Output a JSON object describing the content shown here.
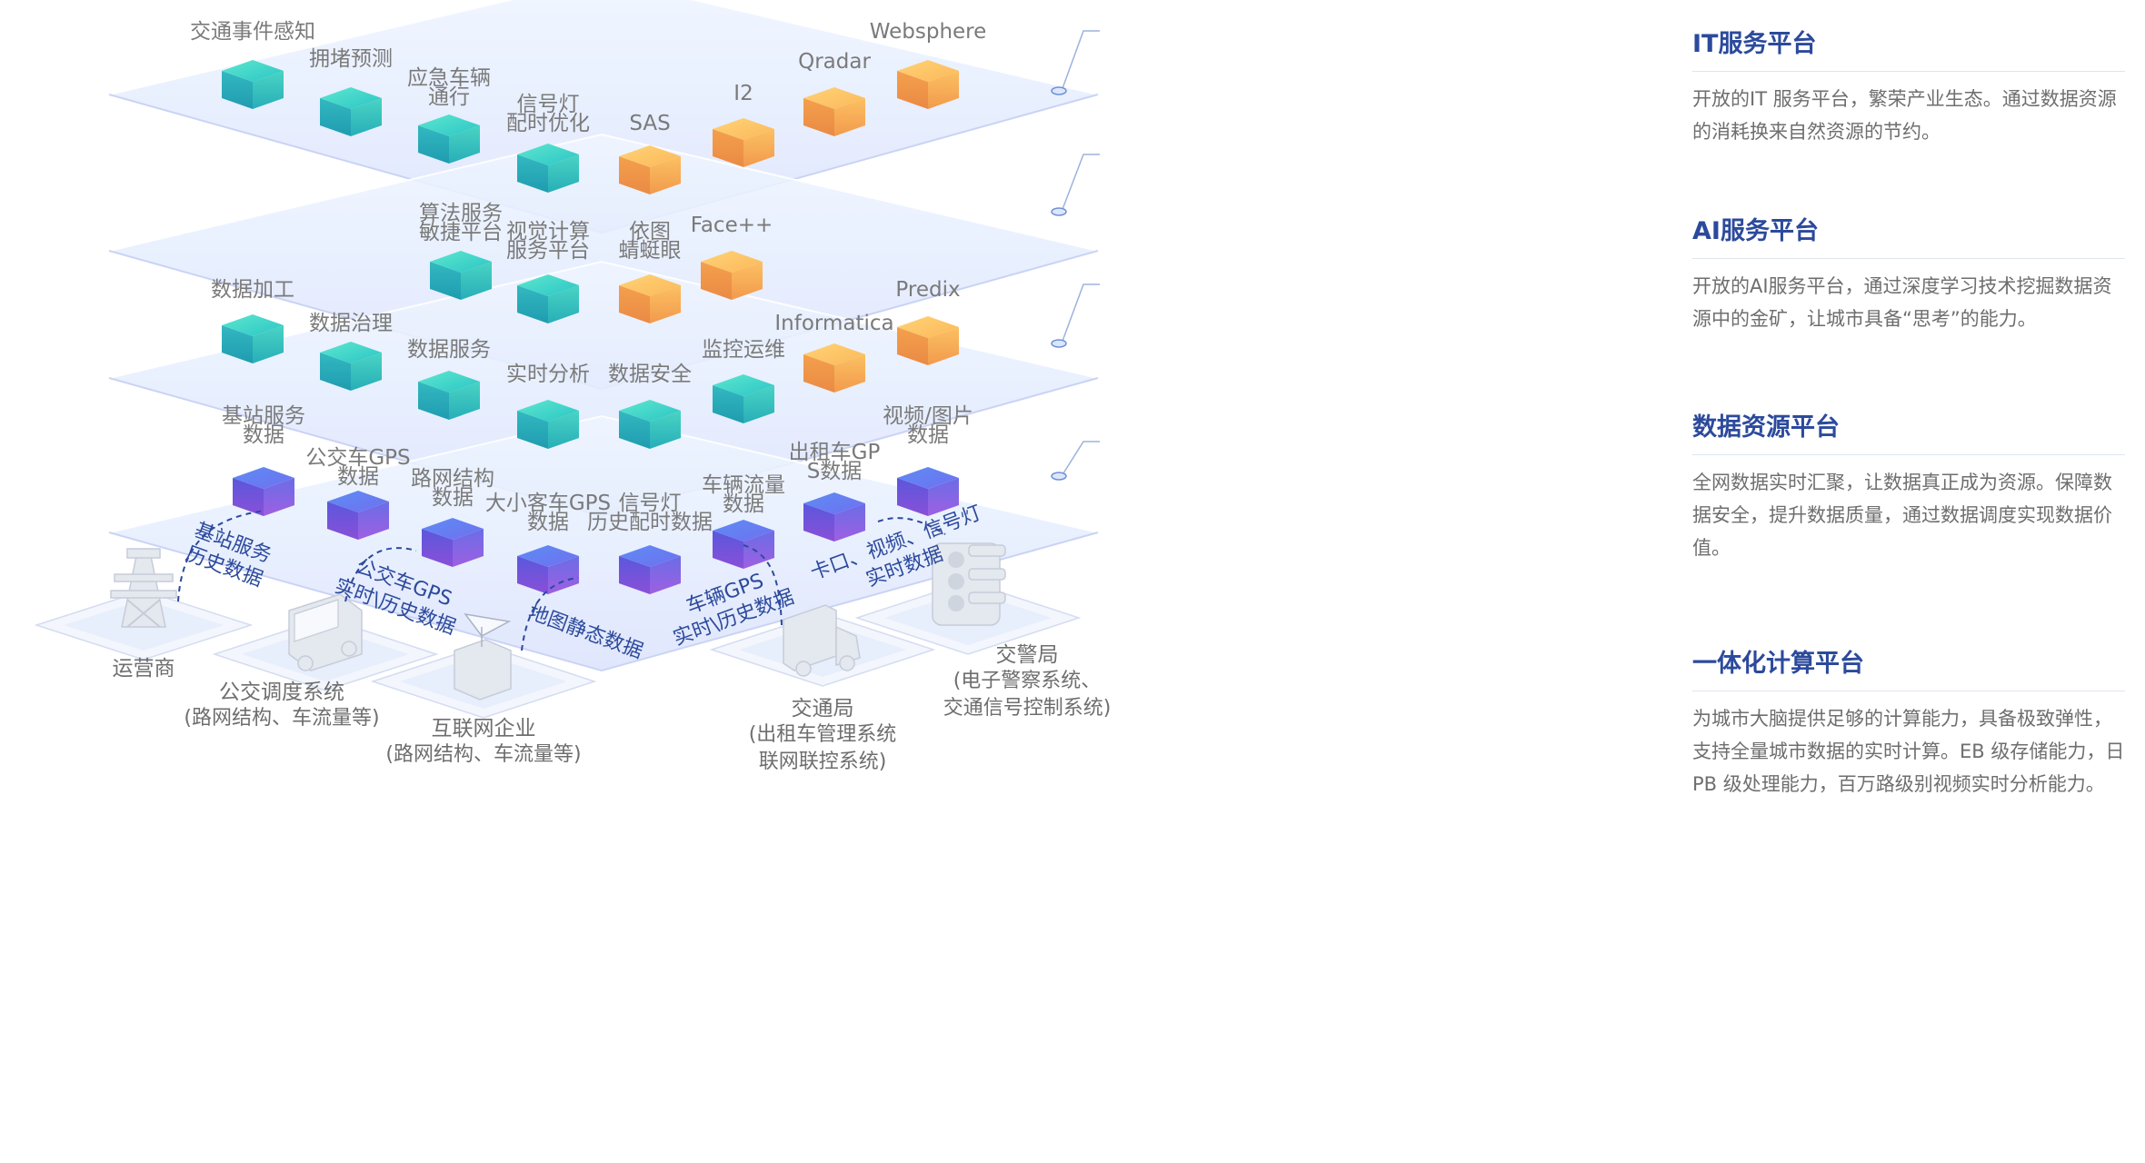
{
  "platforms": [
    {
      "title": "IT服务平台",
      "description": "开放的IT 服务平台，繁荣产业生态。通过数据资源的消耗换来自然资源的节约。",
      "items": [
        "交通事件感知",
        "拥堵预测",
        "应急车辆通行",
        "信号灯配时优化",
        "SAS",
        "I2",
        "Qradar",
        "Websphere"
      ]
    },
    {
      "title": "AI服务平台",
      "description": "开放的AI服务平台，通过深度学习技术挖掘数据资源中的金矿，让城市具备“思考”的能力。",
      "items": [
        "算法服务敏捷平台",
        "视觉计算服务平台",
        "依图蜻蜓眼",
        "Face++"
      ]
    },
    {
      "title": "数据资源平台",
      "description": "全网数据实时汇聚，让数据真正成为资源。保障数据安全，提升数据质量，通过数据调度实现数据价值。",
      "items": [
        "数据加工",
        "数据治理",
        "数据服务",
        "实时分析",
        "数据安全",
        "监控运维",
        "Informatica",
        "Predix"
      ]
    },
    {
      "title": "一体化计算平台",
      "description": "为城市大脑提供足够的计算能力，具备极致弹性，支持全量城市数据的实时计算。EB 级存储能力，日PB 级处理能力，百万路级别视频实时分析能力。",
      "items": [
        "基站服务数据",
        "公交车GPS数据",
        "路网结构数据",
        "大小客车GPS数据",
        "信号灯历史配时数据",
        "车辆流量数据",
        "出租车GPS数据",
        "视频/图片数据"
      ]
    }
  ],
  "sources": [
    {
      "name": "运营商",
      "detail": ""
    },
    {
      "name": "公交调度系统",
      "detail": "(路网结构、车流量等)"
    },
    {
      "name": "互联网企业",
      "detail": "(路网结构、车流量等)"
    },
    {
      "name": "交通局",
      "detail": "(出租车管理系统联网联控系统)"
    },
    {
      "name": "交警局",
      "detail": "(电子警察系统、交通信号控制系统)"
    }
  ],
  "flows": [
    "基站服务历史数据",
    "公交车GPS实时\\历史数据",
    "地图静态数据",
    "车辆GPS实时\\历史数据",
    "卡口、视频、信号灯实时数据"
  ],
  "colors": {
    "teal": "#38c6c3",
    "orange": "#f9b04e",
    "purple": "#7a6ae8",
    "title": "#2c4a9c",
    "flow": "#2c4a9c"
  }
}
